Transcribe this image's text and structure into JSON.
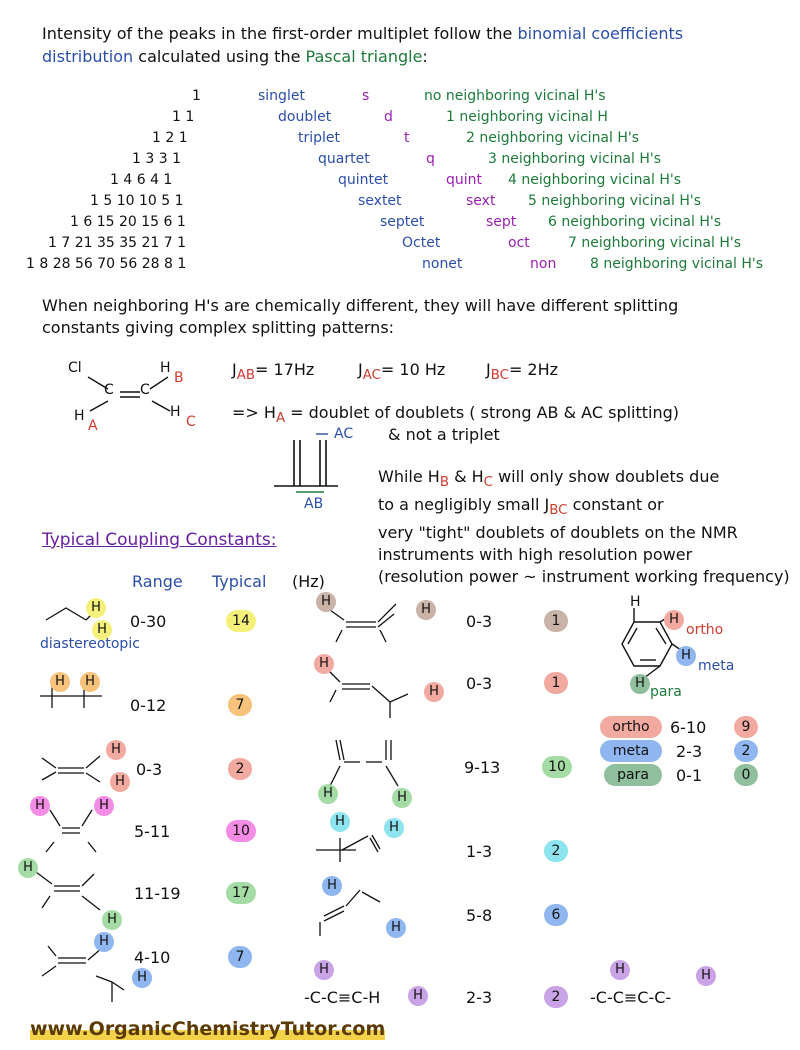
{
  "intro": {
    "line1_a": "Intensity of the peaks in the first-order multiplet follow the",
    "line1_b": "binomial coefficients",
    "line2_a": "distribution",
    "line2_b": "calculated using the",
    "line2_c": "Pascal triangle",
    "line2_d": ":"
  },
  "pascal": [
    {
      "nums": "1",
      "name": "singlet",
      "abbr": "s",
      "desc": "no neighboring vicinal H's"
    },
    {
      "nums": "1    1",
      "name": "doublet",
      "abbr": "d",
      "desc": "1 neighboring vicinal H"
    },
    {
      "nums": "1    2    1",
      "name": "triplet",
      "abbr": "t",
      "desc": "2 neighboring vicinal H's"
    },
    {
      "nums": "1    3    3    1",
      "name": "quartet",
      "abbr": "q",
      "desc": "3 neighboring vicinal H's"
    },
    {
      "nums": "1    4    6    4    1",
      "name": "quintet",
      "abbr": "quint",
      "desc": "4 neighboring vicinal H's"
    },
    {
      "nums": "1    5    10    10    5    1",
      "name": "sextet",
      "abbr": "sext",
      "desc": "5 neighboring vicinal H's"
    },
    {
      "nums": "1    6    15    20    15    6    1",
      "name": "septet",
      "abbr": "sept",
      "desc": "6 neighboring vicinal H's"
    },
    {
      "nums": "1    7    21    35    35    21    7    1",
      "name": "Octet",
      "abbr": "oct",
      "desc": "7 neighboring vicinal H's"
    },
    {
      "nums": "1    8    28    56    70    56    28    8    1",
      "name": "nonet",
      "abbr": "non",
      "desc": "8 neighboring vicinal H's"
    }
  ],
  "complex": {
    "line1": "When neighboring H's are chemically different, they will have different splitting",
    "line2": "constants giving complex splitting patterns:",
    "j_ab": "J",
    "j_ab_sub": "AB",
    "j_ab_val": "= 17Hz",
    "j_ac_sub": "AC",
    "j_ac_val": "= 10 Hz",
    "j_bc_sub": "BC",
    "j_bc_val": "= 2Hz",
    "ha_line": "=> H",
    "ha_sub": "A",
    "ha_rest": "= doublet of doublets ( strong AB & AC splitting)",
    "not_triplet": "& not a triplet",
    "ac_label": "AC",
    "ab_label": "AB",
    "while_1": "While H",
    "while_1b": "B",
    "while_1c": "& H",
    "while_1d": "C",
    "while_1e": "will only show doublets due",
    "while_2": "to a negligibly small J",
    "while_2b": "BC",
    "while_2c": "constant or",
    "while_3": "very \"tight\" doublets of doublets on the NMR",
    "while_4": "instruments with high resolution power",
    "while_5": "(resolution power ~ instrument working frequency)"
  },
  "atoms": {
    "cl": "Cl",
    "h": "H",
    "c": "C",
    "a": "A",
    "b": "B",
    "cc": "C"
  },
  "coupling": {
    "title": "Typical Coupling Constants:",
    "col_range": "Range",
    "col_typical": "Typical",
    "col_unit": "(Hz)",
    "diastereotopic": "diastereotopic",
    "left": [
      {
        "range": "0-30",
        "typical": "14"
      },
      {
        "range": "0-12",
        "typical": "7"
      },
      {
        "range": "0-3",
        "typical": "2"
      },
      {
        "range": "5-11",
        "typical": "10"
      },
      {
        "range": "11-19",
        "typical": "17"
      },
      {
        "range": "4-10",
        "typical": "7"
      }
    ],
    "right": [
      {
        "range": "0-3",
        "typical": "1"
      },
      {
        "range": "0-3",
        "typical": "1"
      },
      {
        "range": "9-13",
        "typical": "10"
      },
      {
        "range": "1-3",
        "typical": "2"
      },
      {
        "range": "5-8",
        "typical": "6"
      },
      {
        "range": "2-3",
        "typical": "2"
      }
    ],
    "aromatic": [
      {
        "name": "ortho",
        "range": "6-10",
        "typical": "9"
      },
      {
        "name": "meta",
        "range": "2-3",
        "typical": "2"
      },
      {
        "name": "para",
        "range": "0-1",
        "typical": "0"
      }
    ],
    "ortho_label": "ortho",
    "meta_label": "meta",
    "para_label": "para",
    "alkyne_text": "-C-C≡C-H",
    "alkyne_text2": "-C-C≡C-C-"
  },
  "footer": "www.OrganicChemistryTutor.com"
}
